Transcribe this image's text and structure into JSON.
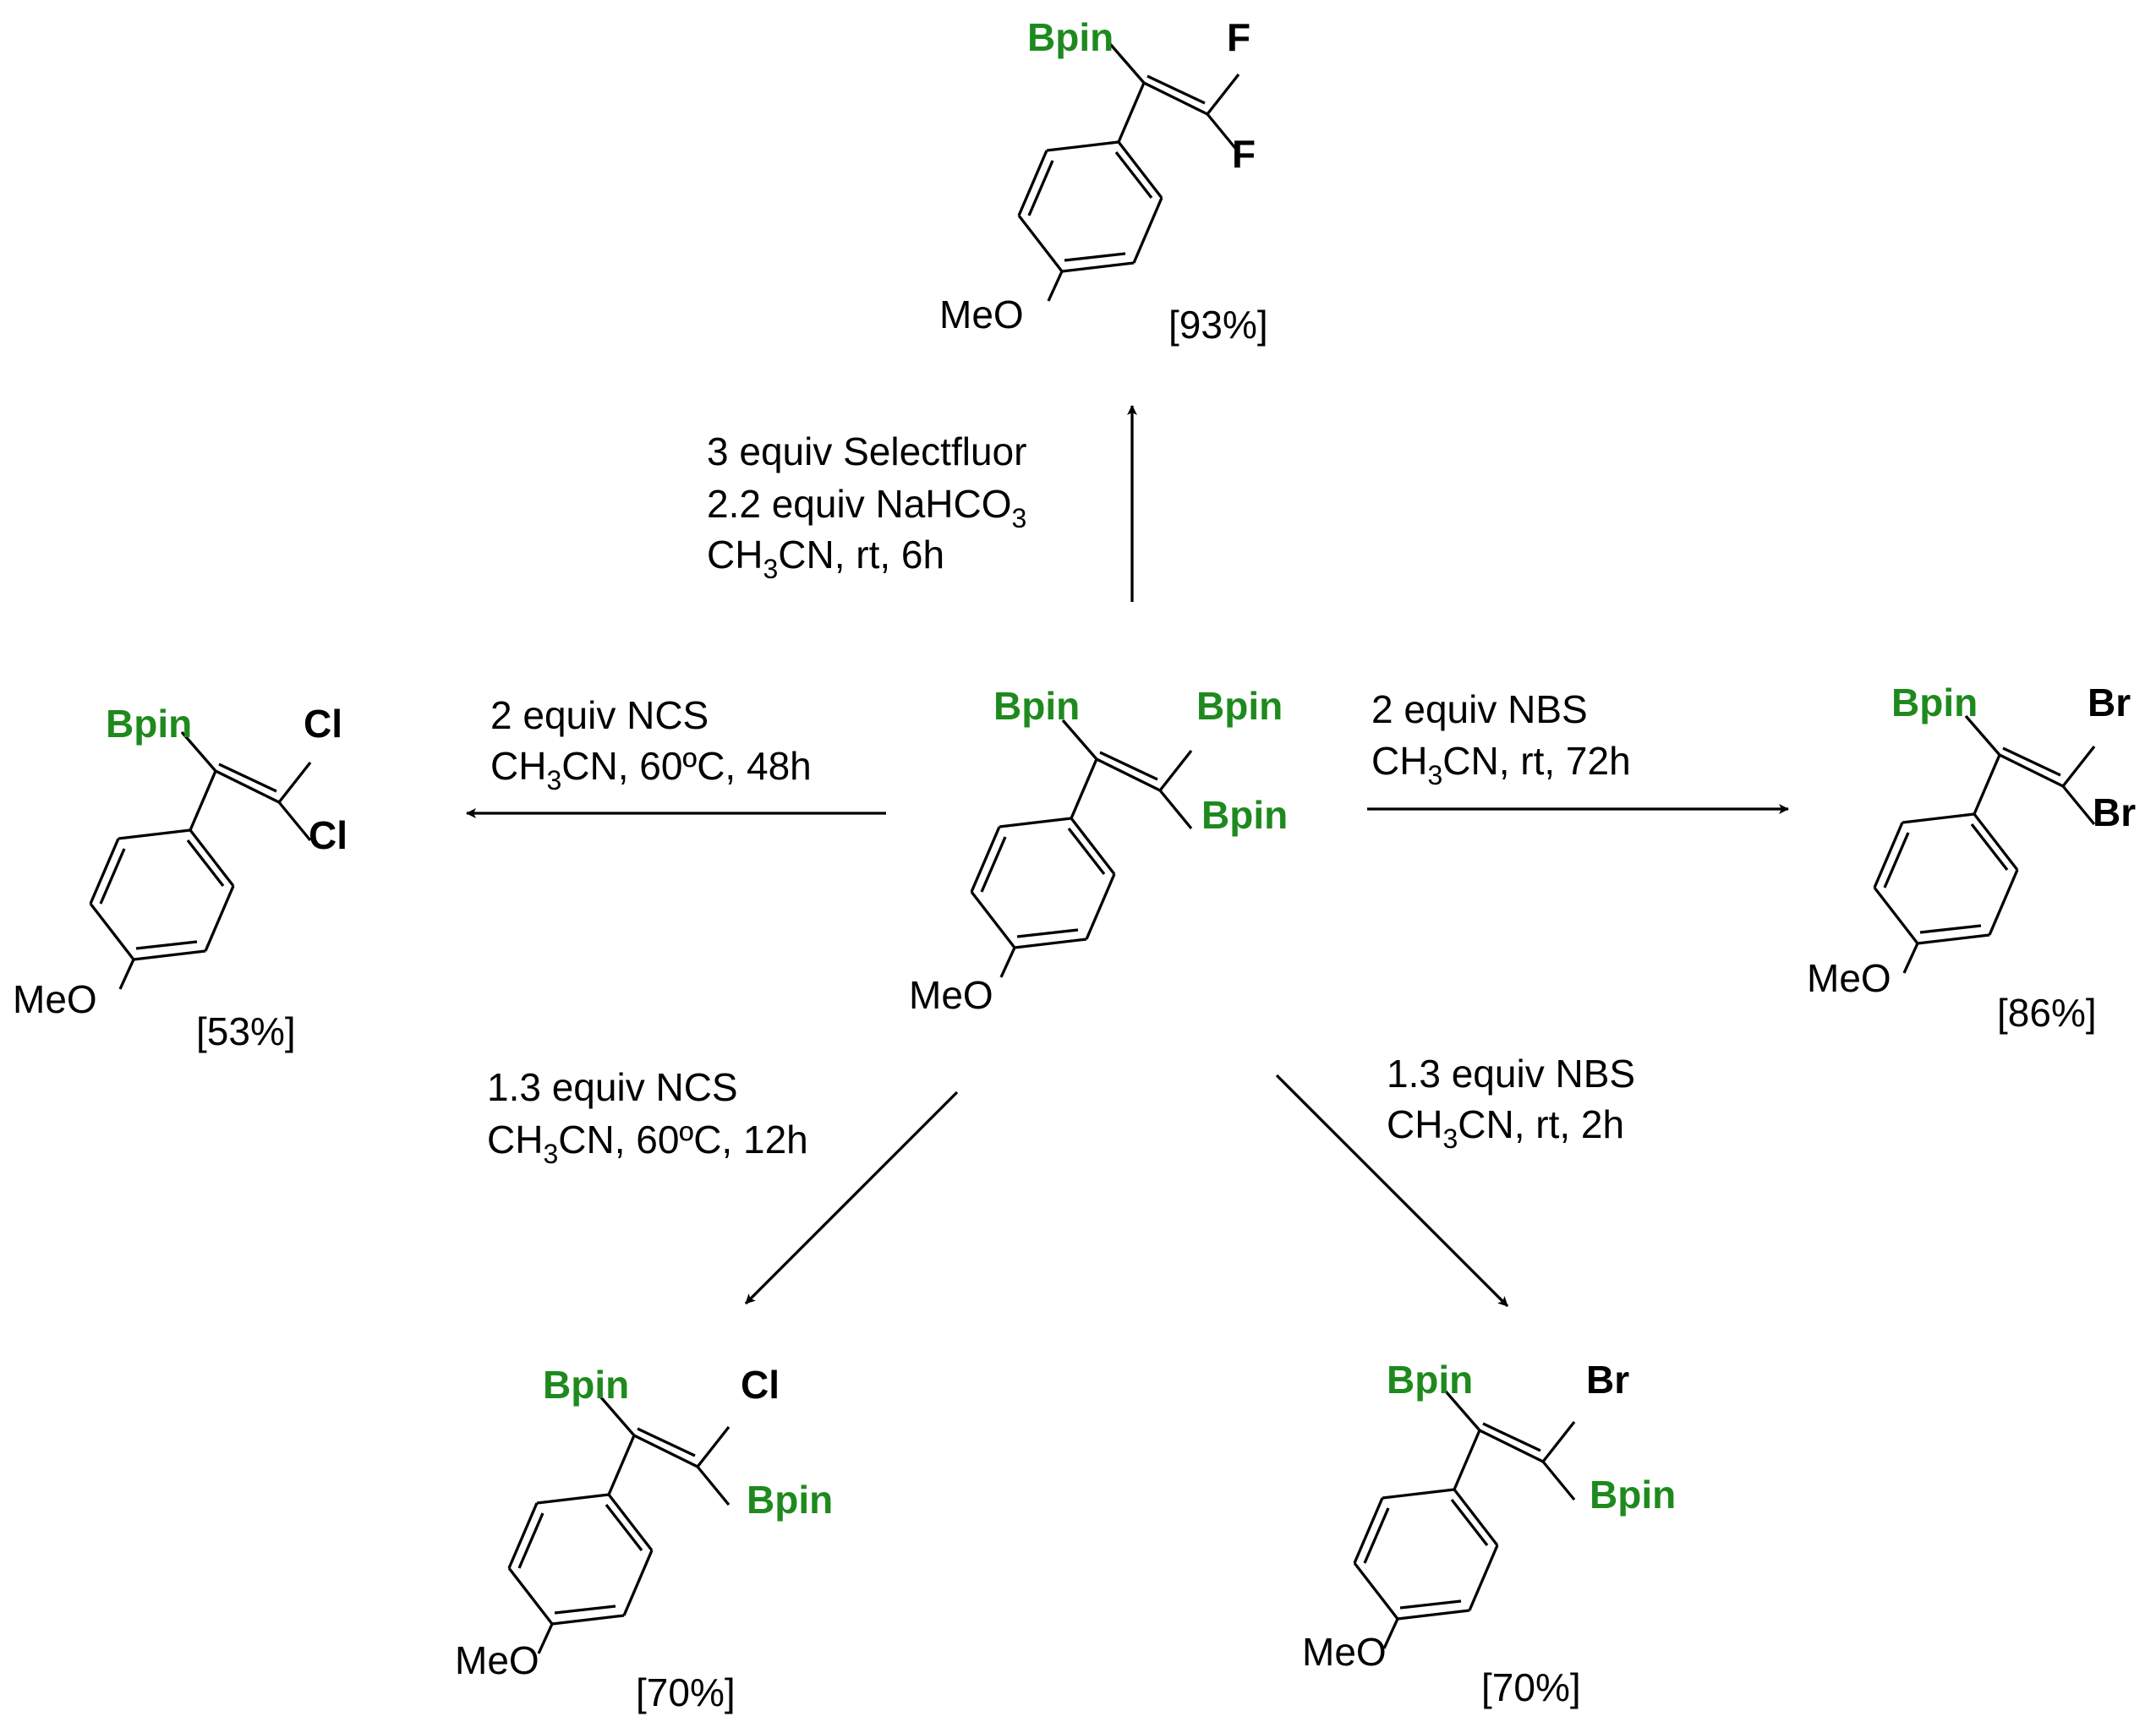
{
  "colors": {
    "bpin": "#1e8a1e",
    "ink": "#000000"
  },
  "labels": {
    "bpin": "Bpin",
    "meo": "MeO",
    "F": "F",
    "Cl": "Cl",
    "Br": "Br"
  },
  "products": {
    "top": {
      "yield": "[93%]"
    },
    "left": {
      "yield": "[53%]"
    },
    "right": {
      "yield": "[86%]"
    },
    "bottom_left": {
      "yield": "[70%]"
    },
    "bottom_right": {
      "yield": "[70%]"
    }
  },
  "conditions": {
    "top": {
      "line1": "3 equiv Selectfluor",
      "line2_pre": "2.2 equiv NaHCO",
      "line2_sub": "3",
      "line3_pre": "CH",
      "line3_sub": "3",
      "line3_post": "CN, rt, 6h"
    },
    "left": {
      "line1": "2 equiv NCS",
      "line2_pre": "CH",
      "line2_sub": "3",
      "line2_post": "CN, 60ºC, 48h"
    },
    "right": {
      "line1": "2 equiv NBS",
      "line2_pre": "CH",
      "line2_sub": "3",
      "line2_post": "CN, rt, 72h"
    },
    "bottom_left": {
      "line1": "1.3 equiv NCS",
      "line2_pre": "CH",
      "line2_sub": "3",
      "line2_post": "CN, 60ºC, 12h"
    },
    "bottom_right": {
      "line1": "1.3 equiv NBS",
      "line2_pre": "CH",
      "line2_sub": "3",
      "line2_post": "CN, rt,  2h"
    }
  }
}
